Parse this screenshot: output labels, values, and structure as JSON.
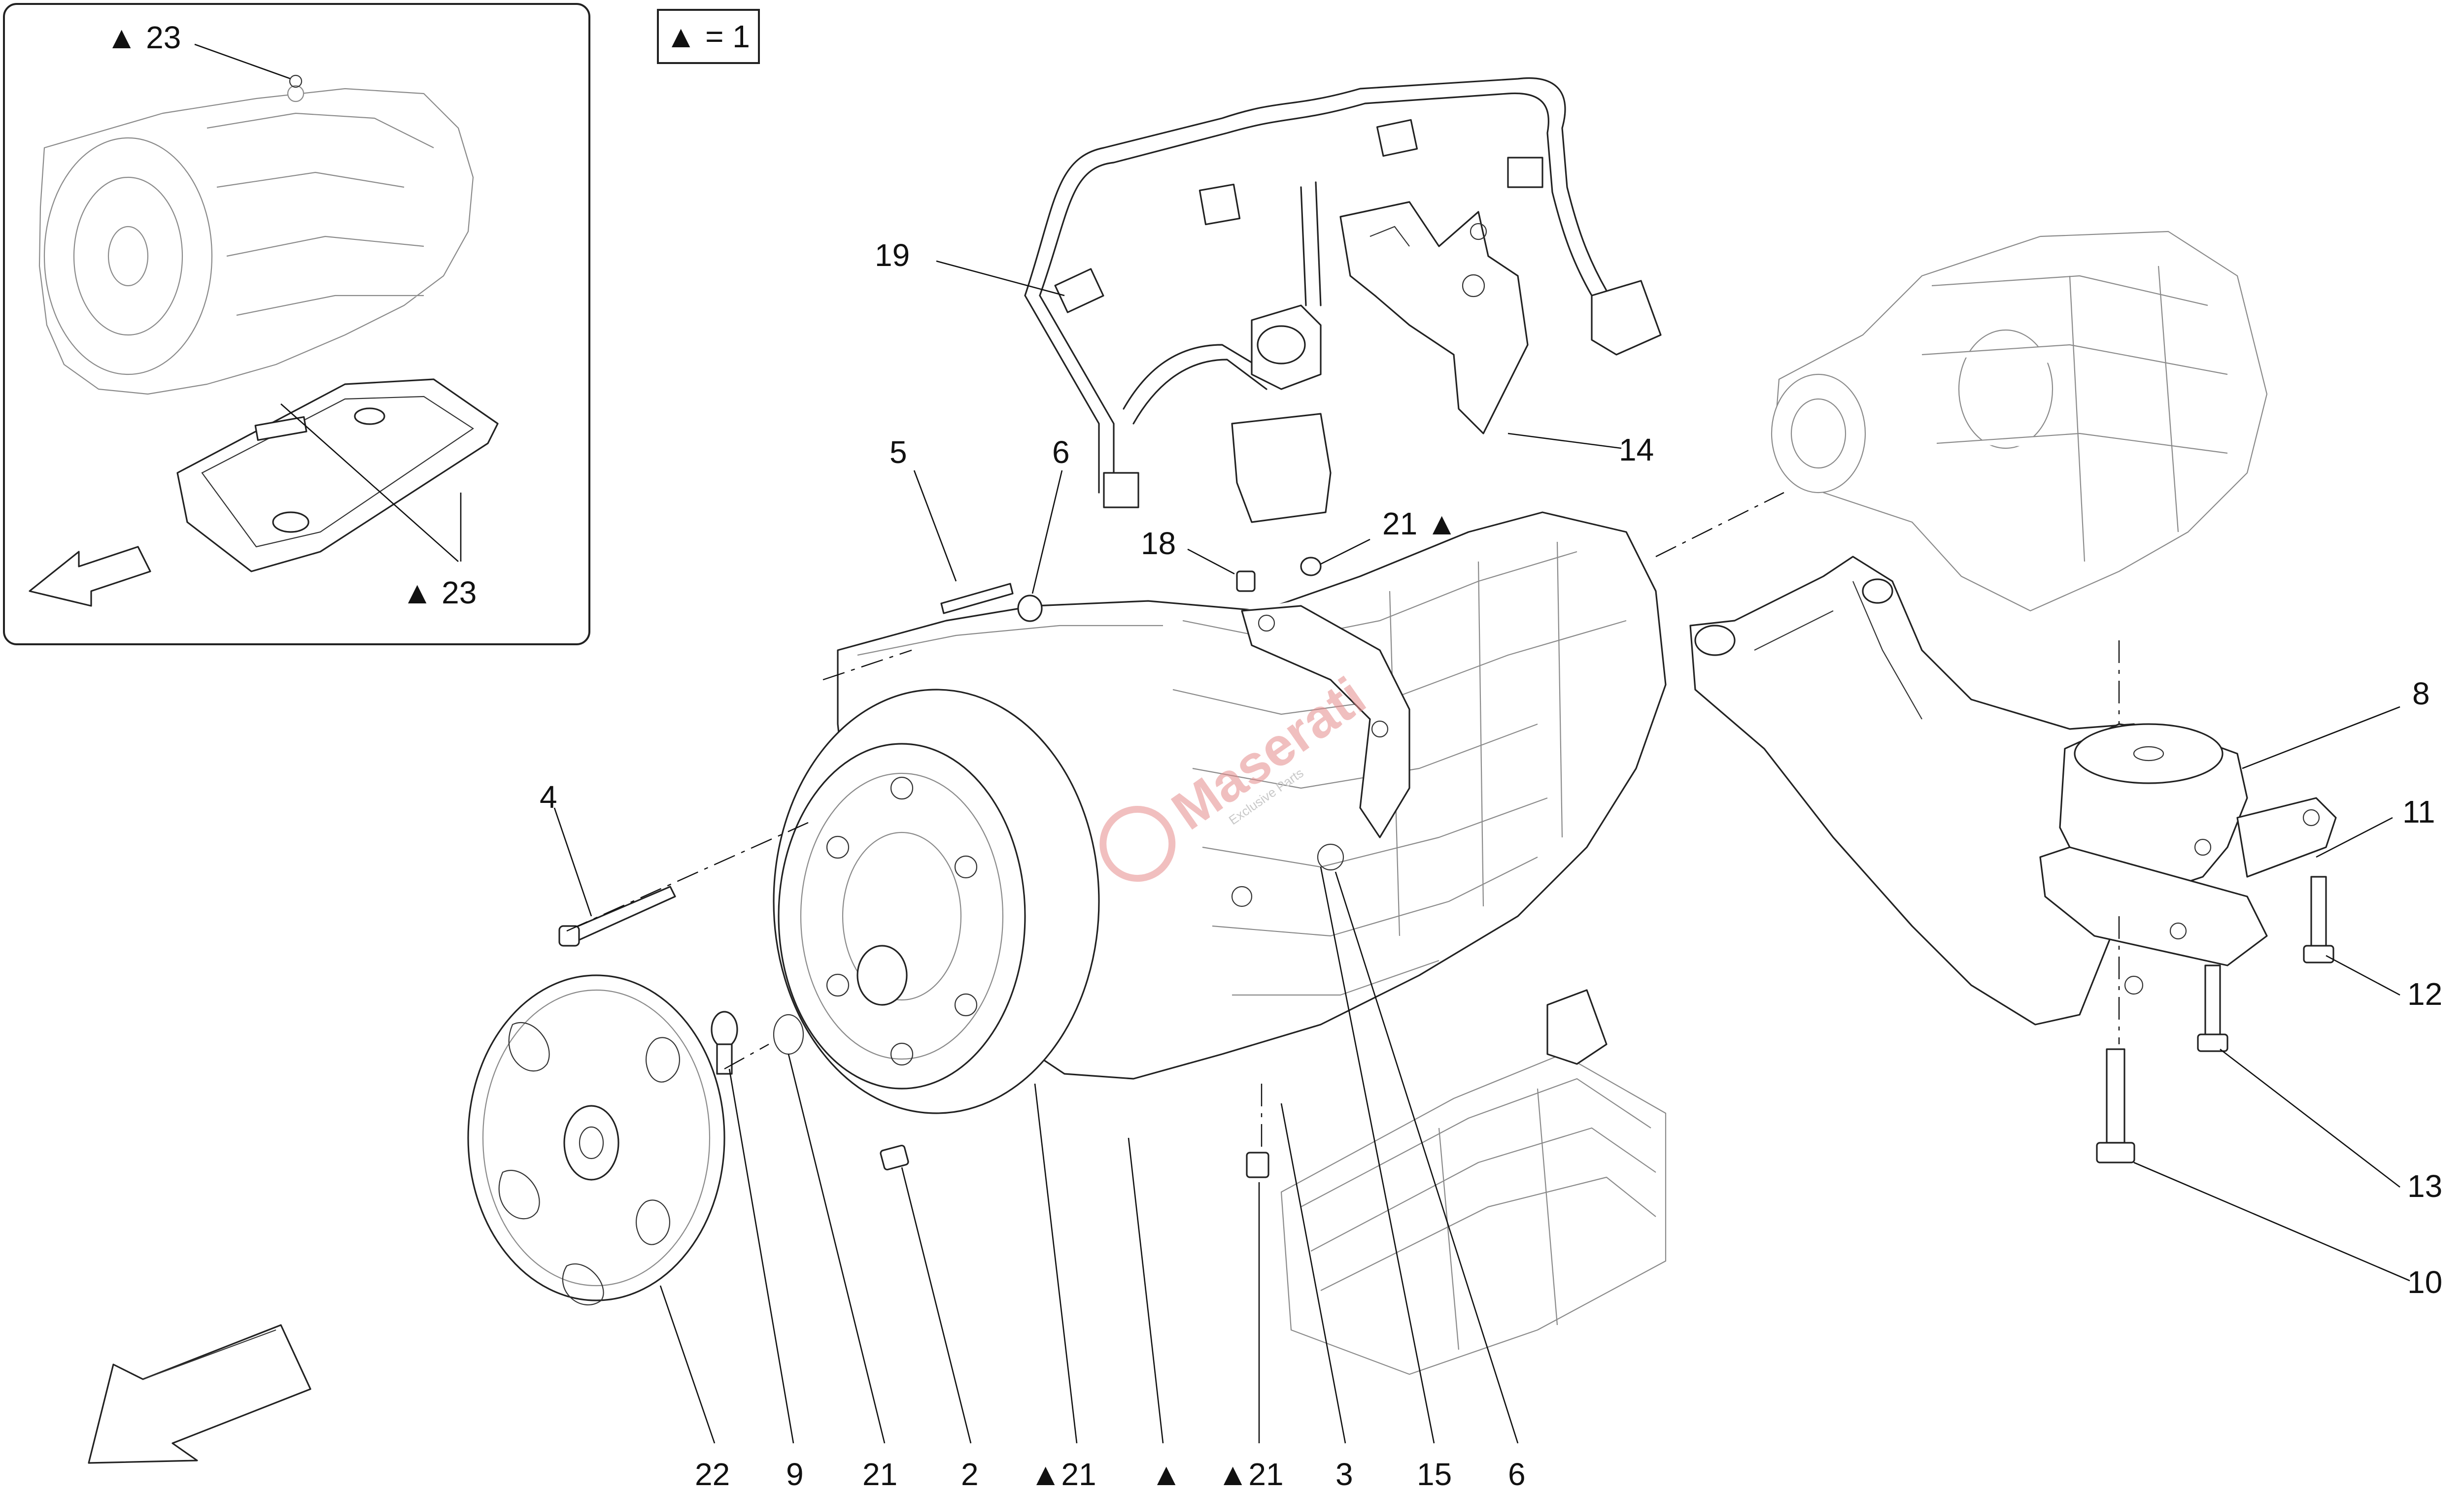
{
  "legend": {
    "marker": "▲",
    "text": "▲ = 1"
  },
  "watermark": {
    "brand": "Maserati",
    "subtitle": "Exclusive Parts"
  },
  "labels": {
    "inset_top": "▲ 23",
    "inset_bottom": "▲ 23",
    "l19": "19",
    "l5": "5",
    "l6_top": "6",
    "l18": "18",
    "l21_top": "21 ▲",
    "l14": "14",
    "l4": "4",
    "l8": "8",
    "l11": "11",
    "l12": "12",
    "l13": "13",
    "l10": "10",
    "b22": "22",
    "b9": "9",
    "b21": "21",
    "b2": "2",
    "b21a": "▲21",
    "btri": "▲",
    "b21b": "▲21",
    "b3": "3",
    "b15": "15",
    "b6": "6"
  }
}
